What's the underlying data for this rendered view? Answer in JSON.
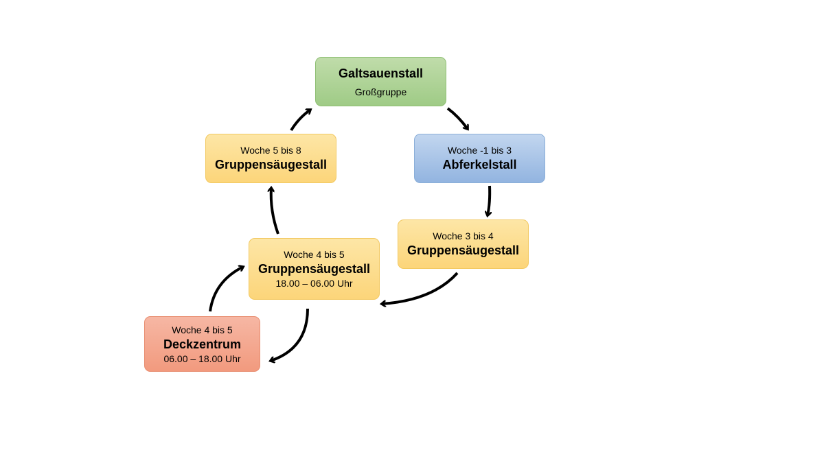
{
  "nodes": {
    "galtsauenstall": {
      "title": "Galtsauenstall",
      "subtitle": "Großgruppe"
    },
    "abferkelstall": {
      "week": "Woche -1 bis 3",
      "title": "Abferkelstall"
    },
    "gruppen_3_4": {
      "week": "Woche 3 bis 4",
      "title": "Gruppensäugestall"
    },
    "gruppen_4_5": {
      "week": "Woche 4 bis 5",
      "title": "Gruppensäugestall",
      "time": "18.00 – 06.00 Uhr"
    },
    "gruppen_5_8": {
      "week": "Woche 5 bis 8",
      "title": "Gruppensäugestall"
    },
    "deckzentrum": {
      "week": "Woche 4 bis 5",
      "title": "Deckzentrum",
      "time": "06.00 – 18.00 Uhr"
    }
  },
  "colors": {
    "green": "#a9d08e",
    "blue": "#9dbbe3",
    "yellow": "#fdd981",
    "red": "#f4a68c",
    "arrow": "#000000"
  }
}
